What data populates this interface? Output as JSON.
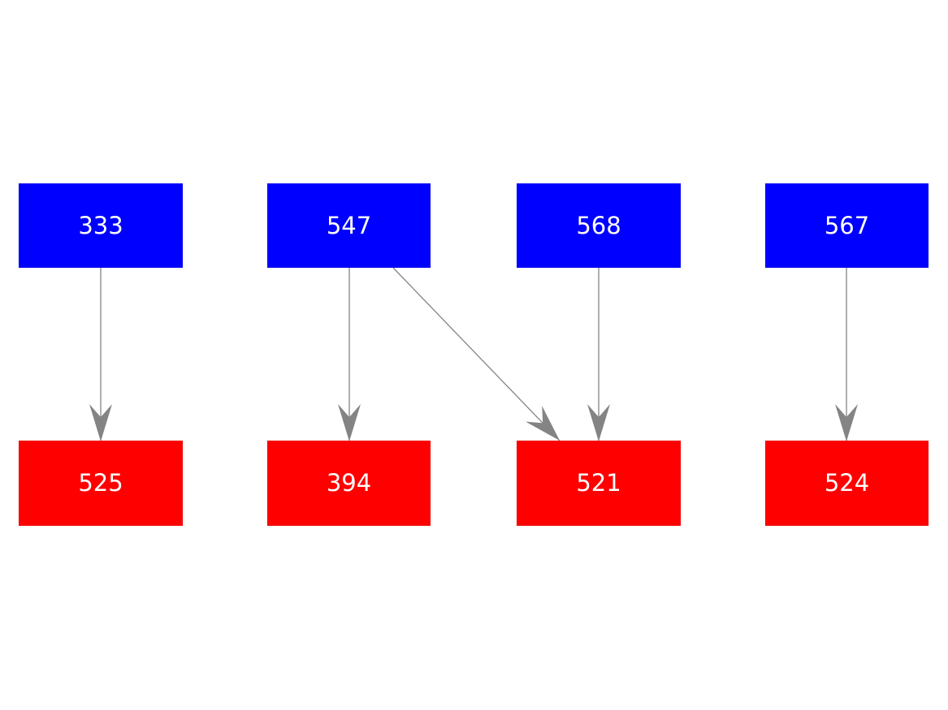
{
  "diagram": {
    "type": "directed-graph",
    "background_color": "#ffffff",
    "edge_color": "#848484",
    "node_text_color": "#ffffff",
    "top_row_fill": "#0000ff",
    "bottom_row_fill": "#ff0000",
    "nodes": [
      {
        "id": "333",
        "label": "333",
        "row": "top",
        "fill": "#0000ff"
      },
      {
        "id": "547",
        "label": "547",
        "row": "top",
        "fill": "#0000ff"
      },
      {
        "id": "568",
        "label": "568",
        "row": "top",
        "fill": "#0000ff"
      },
      {
        "id": "567",
        "label": "567",
        "row": "top",
        "fill": "#0000ff"
      },
      {
        "id": "525",
        "label": "525",
        "row": "bottom",
        "fill": "#ff0000"
      },
      {
        "id": "394",
        "label": "394",
        "row": "bottom",
        "fill": "#ff0000"
      },
      {
        "id": "521",
        "label": "521",
        "row": "bottom",
        "fill": "#ff0000"
      },
      {
        "id": "524",
        "label": "524",
        "row": "bottom",
        "fill": "#ff0000"
      }
    ],
    "edges": [
      {
        "from": "333",
        "to": "525"
      },
      {
        "from": "547",
        "to": "394"
      },
      {
        "from": "547",
        "to": "521"
      },
      {
        "from": "568",
        "to": "521"
      },
      {
        "from": "567",
        "to": "524"
      }
    ]
  }
}
